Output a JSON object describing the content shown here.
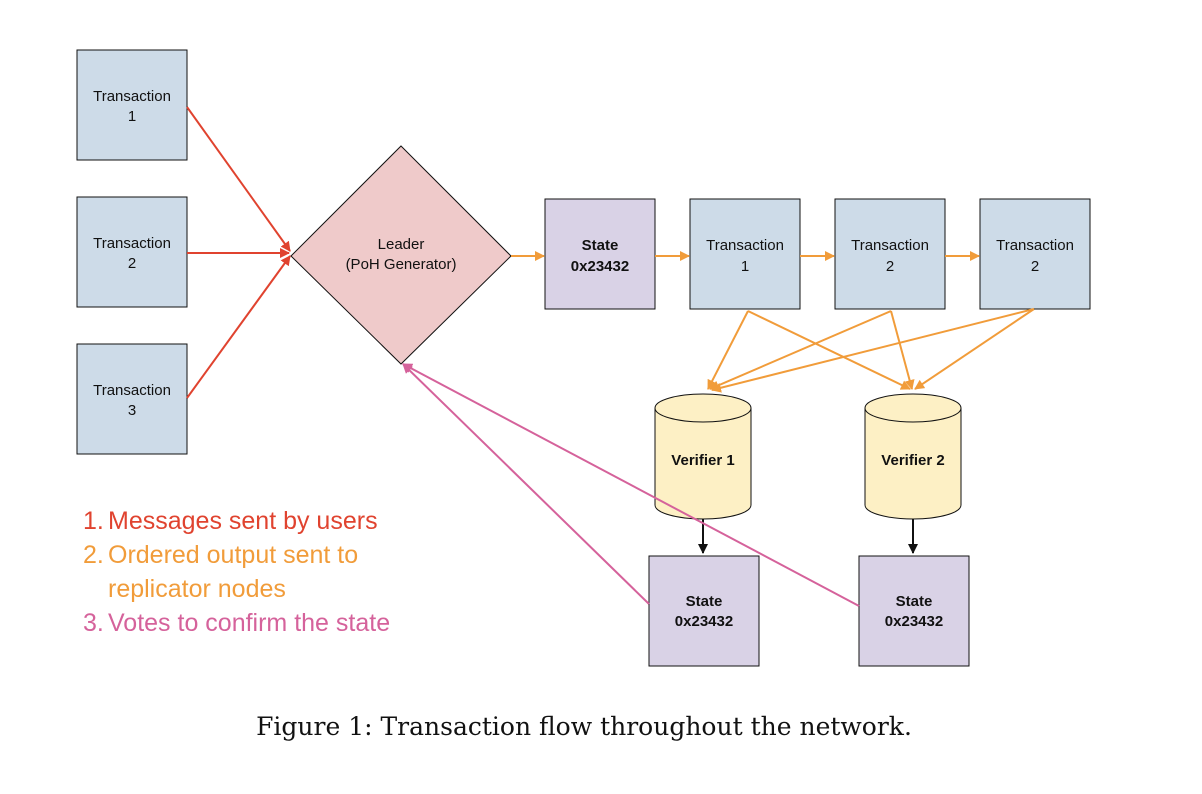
{
  "colors": {
    "transaction_fill": "#cddbe8",
    "state_fill": "#d9d2e6",
    "leader_fill": "#efcaca",
    "verifier_fill": "#fdf0c5",
    "red": "#e0432f",
    "orange": "#f19c3a",
    "pink": "#d5629b",
    "black": "#111111"
  },
  "inputs": [
    {
      "line1": "Transaction",
      "line2": "1"
    },
    {
      "line1": "Transaction",
      "line2": "2"
    },
    {
      "line1": "Transaction",
      "line2": "3"
    }
  ],
  "leader": {
    "line1": "Leader",
    "line2": "(PoH Generator)"
  },
  "chain": [
    {
      "line1": "State",
      "line2": "0x23432"
    },
    {
      "line1": "Transaction",
      "line2": "1"
    },
    {
      "line1": "Transaction",
      "line2": "2"
    },
    {
      "line1": "Transaction",
      "line2": "2"
    }
  ],
  "verifiers": [
    {
      "label": "Verifier 1"
    },
    {
      "label": "Verifier 2"
    }
  ],
  "verifier_states": [
    {
      "line1": "State",
      "line2": "0x23432"
    },
    {
      "line1": "State",
      "line2": "0x23432"
    }
  ],
  "legend": [
    {
      "number": "1.",
      "text": "Messages sent by users",
      "color": "#e0432f"
    },
    {
      "number": "2.",
      "text": "Ordered output sent to",
      "text2": "replicator nodes",
      "color": "#f19c3a"
    },
    {
      "number": "3.",
      "text": "Votes to confirm the state",
      "color": "#d5629b"
    }
  ],
  "caption": "Figure 1: Transaction flow throughout the network."
}
